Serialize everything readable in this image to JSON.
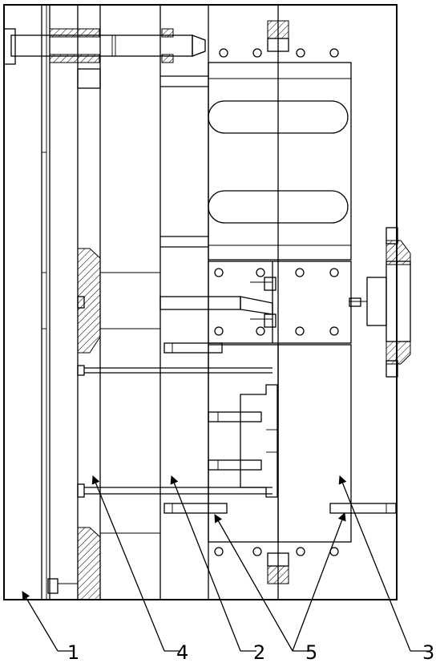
{
  "drawing": {
    "callouts": [
      {
        "id": "1",
        "label": "1"
      },
      {
        "id": "4",
        "label": "4"
      },
      {
        "id": "2",
        "label": "2"
      },
      {
        "id": "5",
        "label": "5"
      },
      {
        "id": "3",
        "label": "3"
      }
    ]
  }
}
